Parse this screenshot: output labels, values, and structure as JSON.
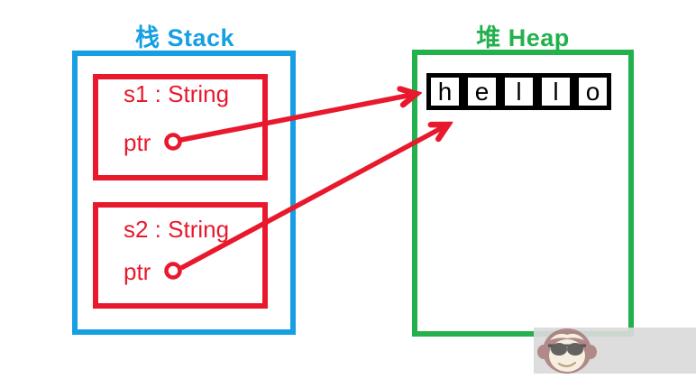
{
  "colors": {
    "stack_blue": "#16A0E3",
    "heap_green": "#22B14C",
    "pointer_red": "#E8192D",
    "cell_border": "#000000",
    "watermark_bg": "#DADADA"
  },
  "stack": {
    "title": "栈 Stack",
    "frames": [
      {
        "label": "s1 : String",
        "field": "ptr"
      },
      {
        "label": "s2 : String",
        "field": "ptr"
      }
    ]
  },
  "heap": {
    "title": "堆 Heap",
    "cells": [
      "h",
      "e",
      "l",
      "l",
      "o"
    ]
  },
  "arrows": {
    "description": "two red arrows from ptr fields to heap buffer",
    "count": "2"
  },
  "watermark": {
    "icon": "monkey-with-sunglasses"
  }
}
